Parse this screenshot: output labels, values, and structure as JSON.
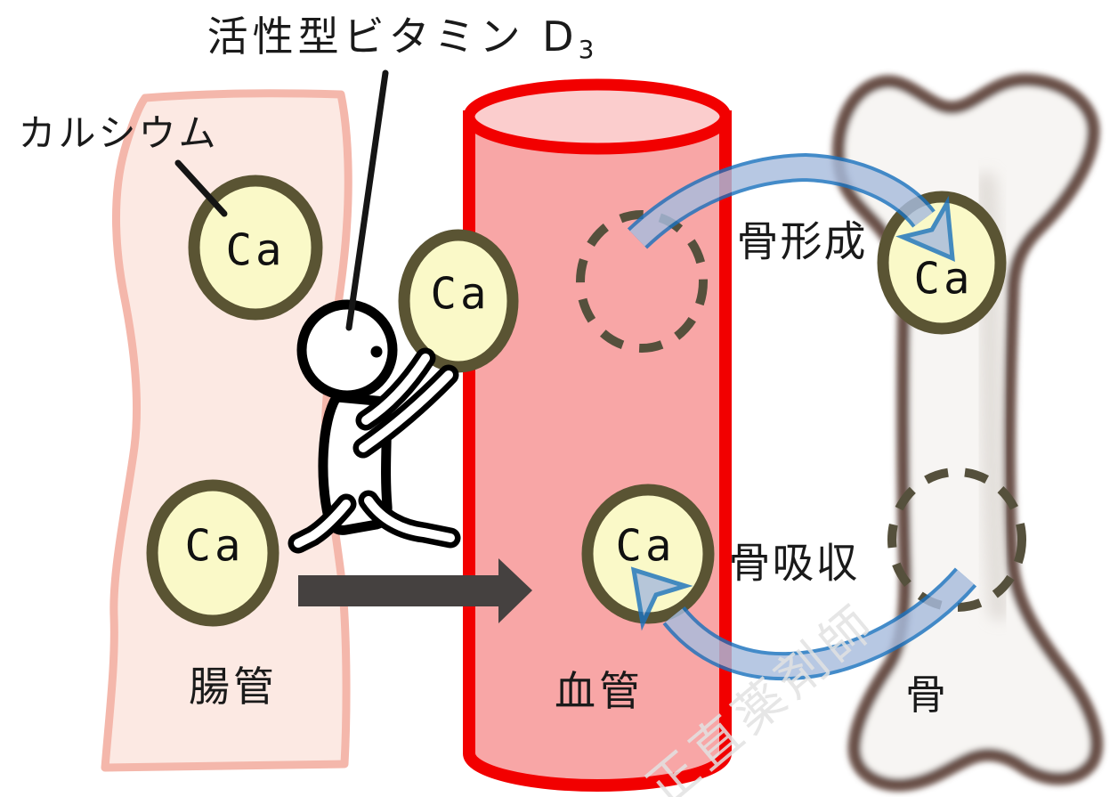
{
  "title": {
    "text": "活性型ビタミン D",
    "sub": "3"
  },
  "labels": {
    "calcium": "カルシウム",
    "bone_formation": "骨形成",
    "bone_resorption": "骨吸収",
    "intestine": "腸管",
    "blood_vessel": "血管",
    "bone": "骨",
    "ca": "Ca"
  },
  "watermark": "正直薬剤師",
  "colors": {
    "background": "#ffffff",
    "text": "#1a1a1a",
    "intestine_fill": "#fce9e3",
    "intestine_border": "#f4b7ab",
    "vessel_fill": "#f8a6a6",
    "vessel_top_fill": "#fbcdcd",
    "vessel_border": "#f20000",
    "ca_fill": "#faf9c8",
    "ca_border": "#5a5433",
    "dashed_circle": "#55503c",
    "bone_fill": "#f7f5f3",
    "bone_outline": "#6b5148",
    "bone_shade": "#d9d4cf",
    "blue_arrow_border": "#1b72be",
    "blue_arrow_fill": "#a8bcdd",
    "dark_arrow": "#454140",
    "watermark": "#e2e2e2"
  }
}
